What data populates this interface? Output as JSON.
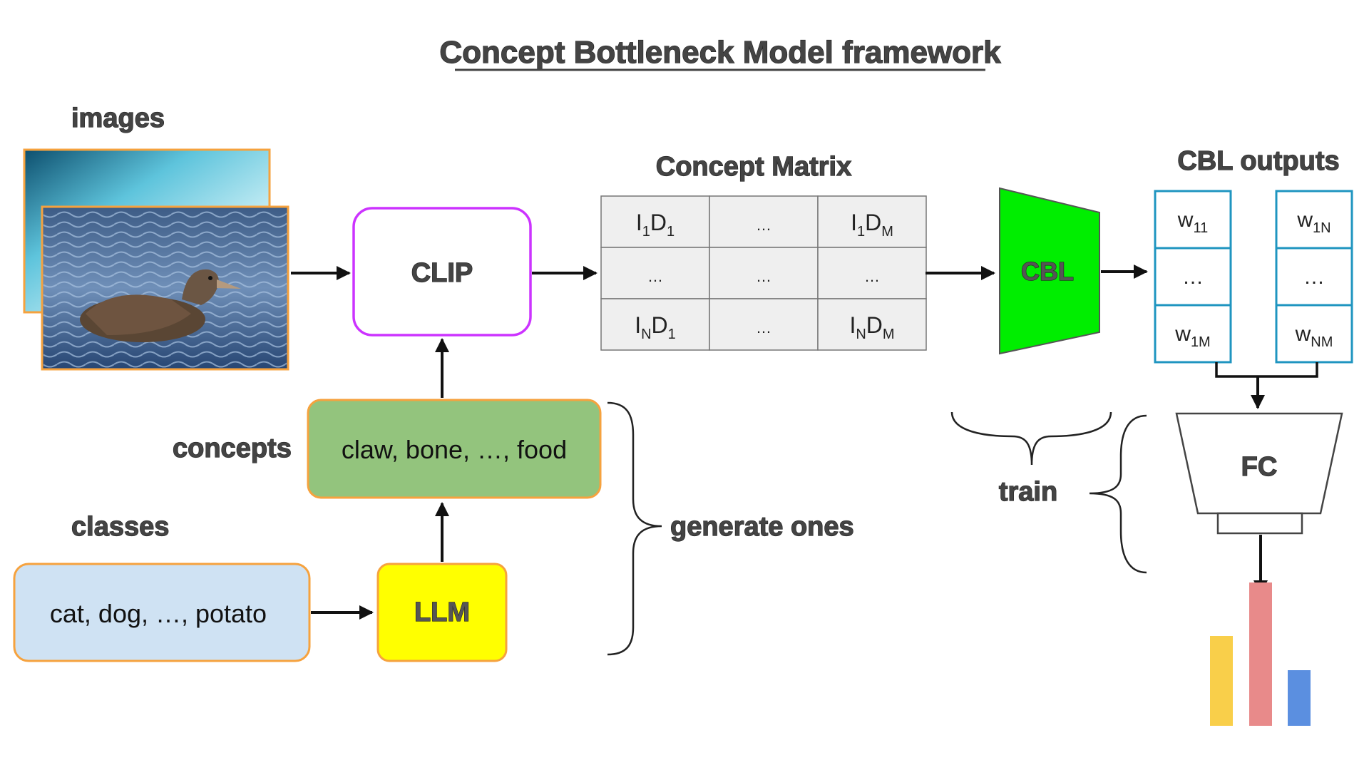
{
  "title": "Concept Bottleneck Model framework",
  "labels": {
    "images": "images",
    "concepts": "concepts",
    "classes": "classes",
    "concept_matrix": "Concept Matrix",
    "cbl_outputs": "CBL outputs",
    "generate_ones": "generate ones",
    "train": "train"
  },
  "nodes": {
    "clip": "CLIP",
    "cbl": "CBL",
    "fc": "FC",
    "llm": "LLM",
    "concepts_box": "claw, bone, …, food",
    "classes_box": "cat, dog, …, potato"
  },
  "concept_matrix": {
    "rows": [
      [
        {
          "base": "I",
          "s1": "1",
          "mid": "D",
          "s2": "1"
        },
        {
          "text": "…"
        },
        {
          "base": "I",
          "s1": "1",
          "mid": "D",
          "s2": "M"
        }
      ],
      [
        {
          "text": "…"
        },
        {
          "text": "…"
        },
        {
          "text": "…"
        }
      ],
      [
        {
          "base": "I",
          "s1": "N",
          "mid": "D",
          "s2": "1"
        },
        {
          "text": "…"
        },
        {
          "base": "I",
          "s1": "N",
          "mid": "D",
          "s2": "M"
        }
      ]
    ]
  },
  "cbl_outputs": {
    "left": [
      {
        "base": "w",
        "sub": "11"
      },
      {
        "text": "…"
      },
      {
        "base": "w",
        "sub": "1M"
      }
    ],
    "right": [
      {
        "base": "w",
        "sub": "1N"
      },
      {
        "text": "…"
      },
      {
        "base": "w",
        "sub": "NM"
      }
    ]
  },
  "output_bars": {
    "values": [
      0.42,
      0.67,
      0.26
    ],
    "colors": [
      "#f9cf4a",
      "#e88a8a",
      "#5b8fe0"
    ]
  },
  "colors": {
    "clip_border": "#cc33ff",
    "cbl_fill": "#00ee00",
    "concepts_fill": "#93c47d",
    "classes_fill": "#cfe2f3",
    "llm_fill": "#ffff00",
    "orange_border": "#f6a23e",
    "cbl_output_border": "#1f95c0"
  }
}
